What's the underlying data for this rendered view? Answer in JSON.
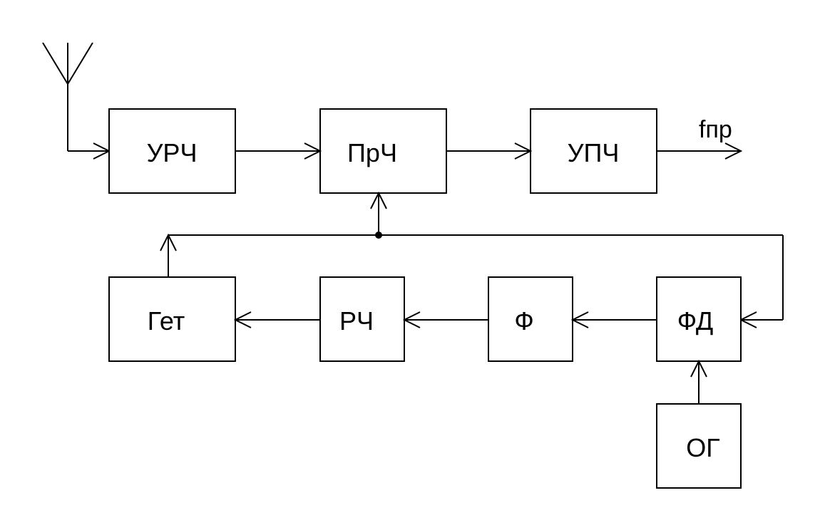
{
  "blocks": {
    "urch": "УРЧ",
    "prch": "ПрЧ",
    "upch": "УПЧ",
    "get": "Гет",
    "rch": "РЧ",
    "f": "Ф",
    "fd": "ФД",
    "og": "ОГ"
  },
  "output_label": "fпр",
  "colors": {
    "line": "#000000",
    "background": "#ffffff"
  }
}
